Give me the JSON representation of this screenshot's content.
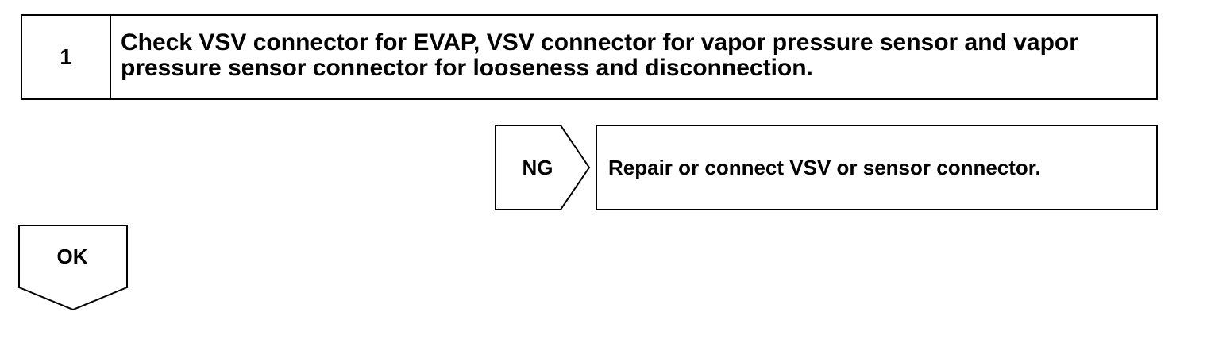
{
  "step": {
    "number": "1",
    "text": "Check VSV connector for EVAP, VSV connector for vapor pressure sensor and vapor pressure sensor connector for looseness and disconnection."
  },
  "ng_branch": {
    "label": "NG",
    "result": "Repair or connect VSV or sensor connector."
  },
  "ok_branch": {
    "label": "OK"
  }
}
